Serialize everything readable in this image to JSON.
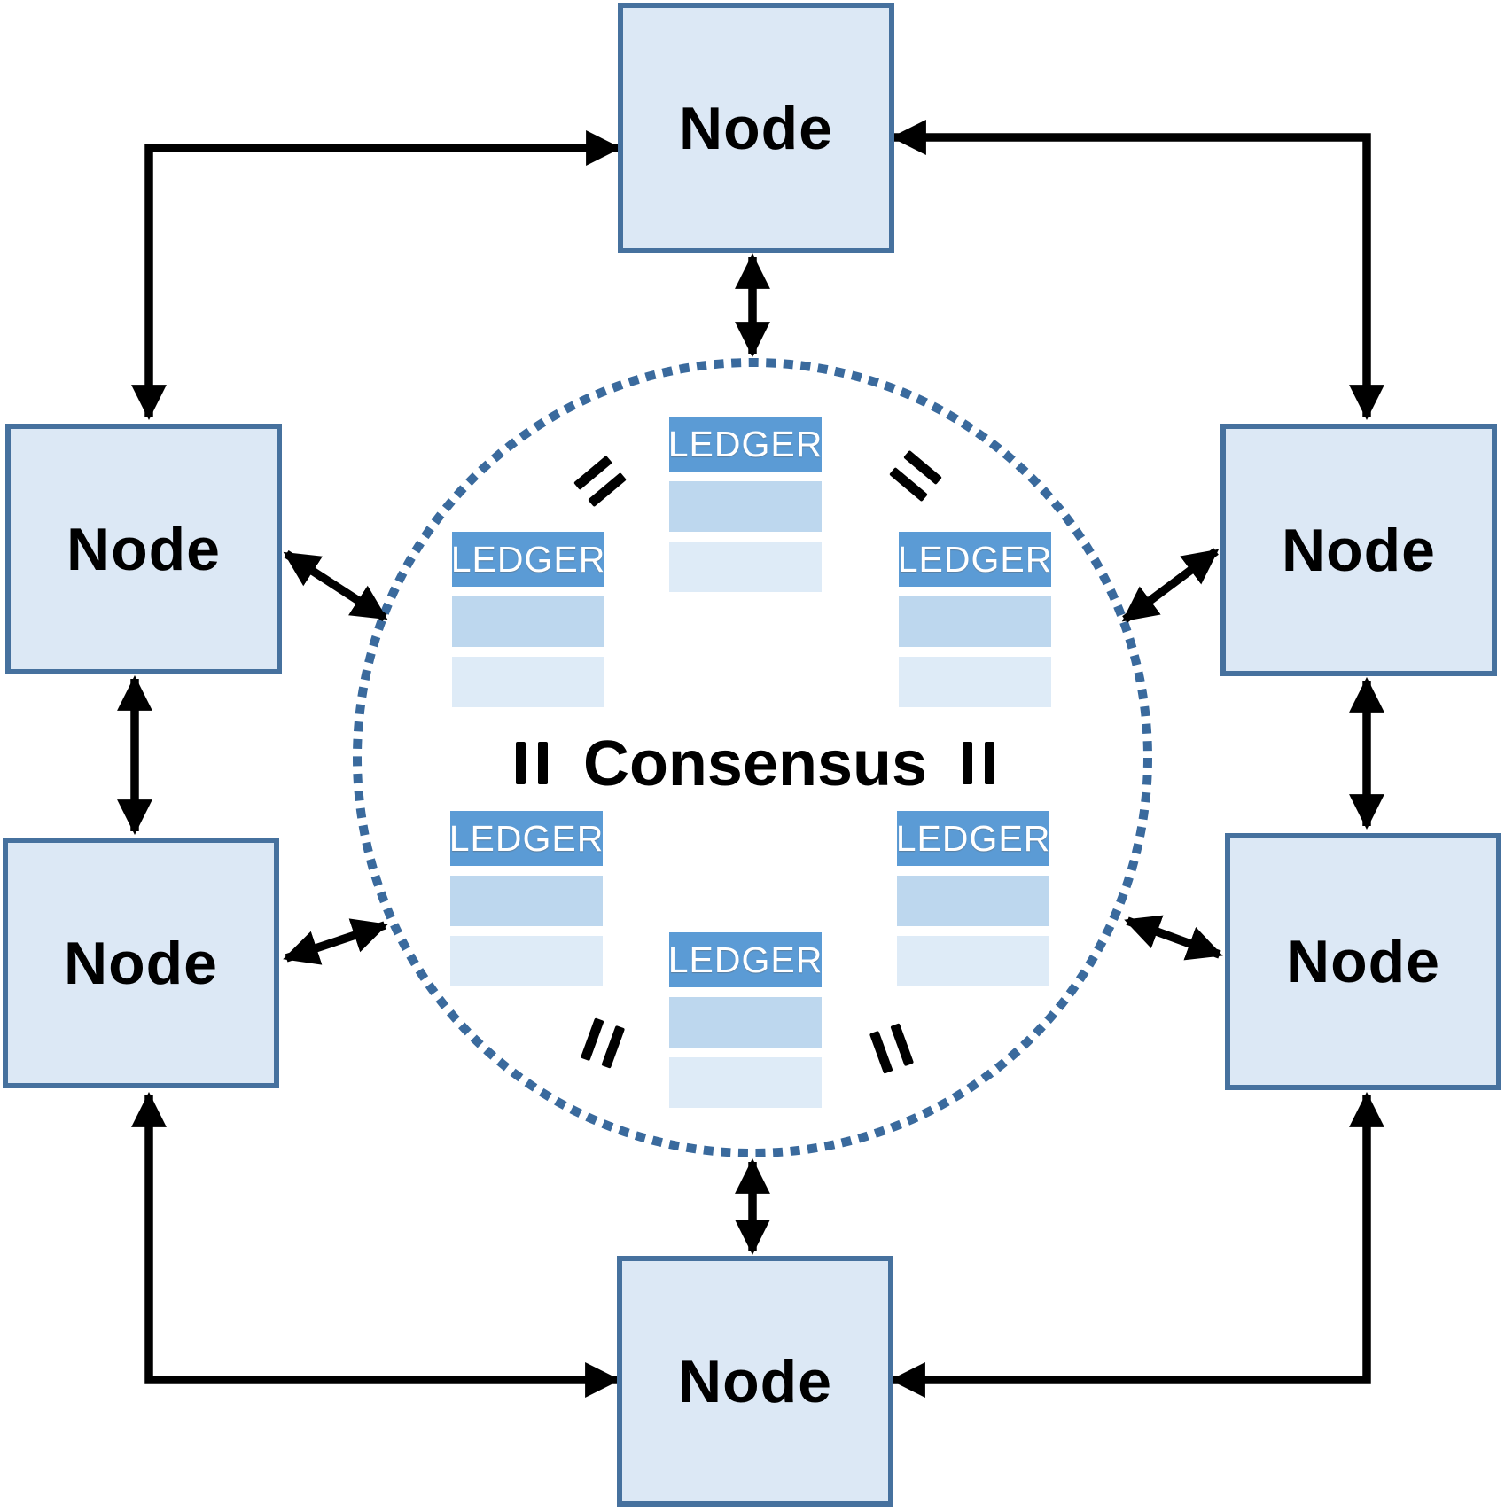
{
  "diagram": {
    "consensus_label": "Consensus"
  },
  "nodes": [
    {
      "id": "top",
      "label": "Node"
    },
    {
      "id": "left-upper",
      "label": "Node"
    },
    {
      "id": "right-upper",
      "label": "Node"
    },
    {
      "id": "left-lower",
      "label": "Node"
    },
    {
      "id": "right-lower",
      "label": "Node"
    },
    {
      "id": "bottom",
      "label": "Node"
    }
  ],
  "ledgers": [
    {
      "id": "top-center",
      "label": "LEDGER"
    },
    {
      "id": "upper-left",
      "label": "LEDGER"
    },
    {
      "id": "upper-right",
      "label": "LEDGER"
    },
    {
      "id": "lower-left",
      "label": "LEDGER"
    },
    {
      "id": "lower-right",
      "label": "LEDGER"
    },
    {
      "id": "bottom-center",
      "label": "LEDGER"
    }
  ],
  "colors": {
    "node_fill": "#dce8f5",
    "node_border": "#46719e",
    "ledger_header": "#5b9bd5",
    "ledger_row_medium": "#bdd7ee",
    "ledger_row_light": "#deebf7",
    "circle_dots": "#3a6a9d",
    "arrow": "#000000",
    "text": "#000000",
    "bg": "#ffffff"
  }
}
